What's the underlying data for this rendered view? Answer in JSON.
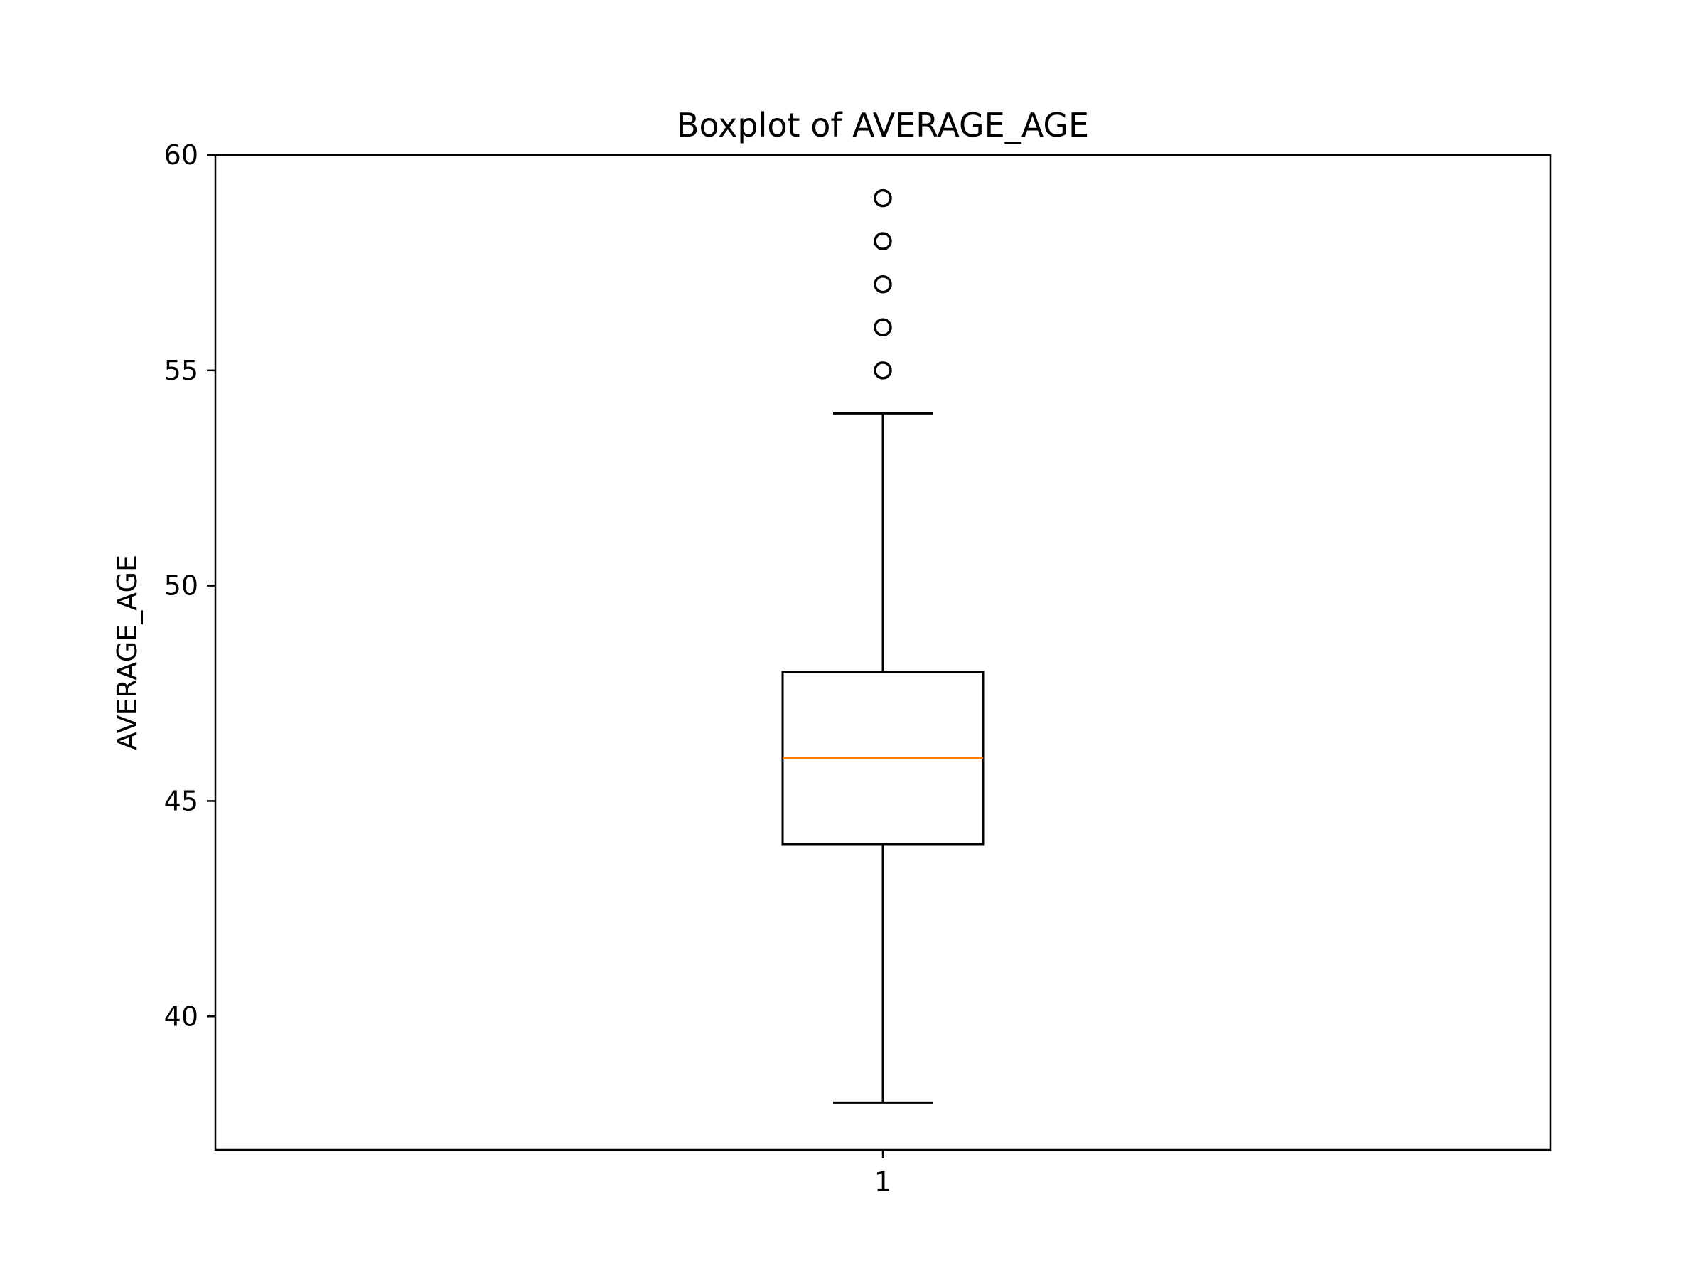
{
  "chart_data": {
    "type": "box",
    "title": "Boxplot of AVERAGE_AGE",
    "xlabel": "",
    "ylabel": "AVERAGE_AGE",
    "categories": [
      "1"
    ],
    "ylim": [
      36.9,
      60.0
    ],
    "yticks": [
      40,
      45,
      50,
      55,
      60
    ],
    "grid": false,
    "boxes": [
      {
        "category": "1",
        "whisker_low": 38,
        "q1": 44,
        "median": 46,
        "q3": 48,
        "whisker_high": 54,
        "outliers": [
          55,
          56,
          57,
          58,
          59
        ]
      }
    ]
  },
  "colors": {
    "median": "#ff7f0e",
    "box": "#000000",
    "background": "#ffffff"
  }
}
